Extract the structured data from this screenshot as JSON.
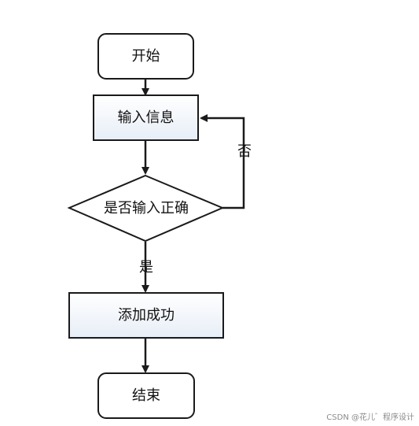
{
  "diagram": {
    "type": "flowchart",
    "nodes": {
      "start": {
        "label": "开始",
        "shape": "rounded-rectangle"
      },
      "input": {
        "label": "输入信息",
        "shape": "rectangle"
      },
      "decision": {
        "label": "是否输入正确",
        "shape": "diamond"
      },
      "success": {
        "label": "添加成功",
        "shape": "rectangle"
      },
      "end": {
        "label": "结束",
        "shape": "rounded-rectangle"
      }
    },
    "edges": [
      {
        "from": "start",
        "to": "input",
        "label": ""
      },
      {
        "from": "input",
        "to": "decision",
        "label": ""
      },
      {
        "from": "decision",
        "to": "input",
        "label": "否"
      },
      {
        "from": "decision",
        "to": "success",
        "label": "是"
      },
      {
        "from": "success",
        "to": "end",
        "label": ""
      }
    ],
    "colors": {
      "stroke": "#1a1a1a",
      "terminal_fill": "#ffffff",
      "process_fill_top": "#ffffff",
      "process_fill_bottom": "#e7eef7",
      "decision_fill": "#ffffff",
      "text": "#111111"
    }
  },
  "watermark": {
    "text": "CSDN @花儿゛程序设计"
  }
}
